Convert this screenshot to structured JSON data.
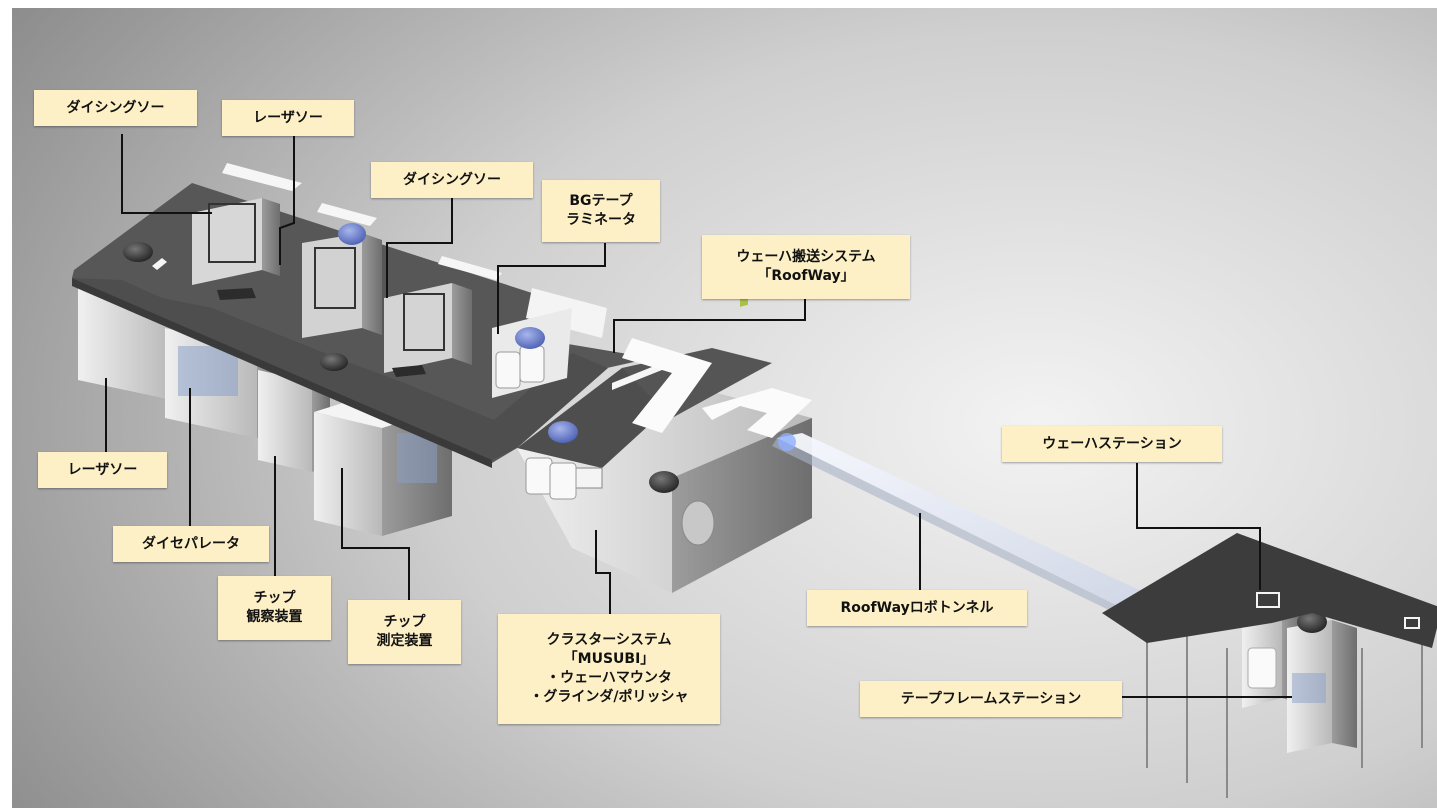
{
  "labels": {
    "dicing_saw_1": [
      "ダイシングソー"
    ],
    "laser_saw_top": [
      "レーザソー"
    ],
    "dicing_saw_2": [
      "ダイシングソー"
    ],
    "bg_tape_laminator": [
      "BGテープ",
      "ラミネータ"
    ],
    "wafer_transport": [
      "ウェーハ搬送システム",
      "「RoofWay」"
    ],
    "laser_saw_bottom": [
      "レーザソー"
    ],
    "die_separator": [
      "ダイセパレータ"
    ],
    "chip_observation": [
      "チップ",
      "観察装置"
    ],
    "chip_measurement": [
      "チップ",
      "測定装置"
    ],
    "cluster_system": [
      "クラスターシステム",
      "「MUSUBI」",
      "・ウェーハマウンタ",
      "・グラインダ/ポリッシャ"
    ],
    "roofway_tunnel": [
      "RoofWayロボトンネル"
    ],
    "wafer_station": [
      "ウェーハステーション"
    ],
    "tape_frame_station": [
      "テープフレームステーション"
    ]
  },
  "colors": {
    "label_bg": "#fdf0c6",
    "leader_line": "#111111",
    "roof": "#5a5a5a",
    "machine_body": "#dcdcdc",
    "blue_cap": "#7b8fd6",
    "green_panel": "#a8c14a"
  }
}
